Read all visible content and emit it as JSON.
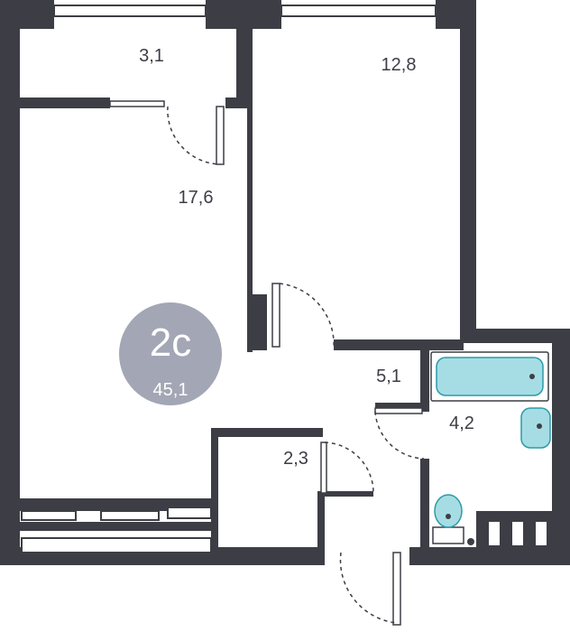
{
  "colors": {
    "wall": "#3d3e45",
    "badge": "#a3a6b4",
    "fixture_fill": "#a6dde4",
    "fixture_stroke": "#2e9aa8",
    "door_swing": "#3d3e45"
  },
  "badge": {
    "type": "2с",
    "area": "45,1"
  },
  "rooms": [
    {
      "id": "loggia",
      "area": "3,1"
    },
    {
      "id": "bedroom",
      "area": "12,8"
    },
    {
      "id": "living-kitchen",
      "area": "17,6"
    },
    {
      "id": "hall",
      "area": "5,1"
    },
    {
      "id": "bathroom",
      "area": "4,2"
    },
    {
      "id": "storage",
      "area": "2,3"
    }
  ],
  "fixtures": [
    "bathtub-icon",
    "washbasin-icon",
    "toilet-icon"
  ]
}
